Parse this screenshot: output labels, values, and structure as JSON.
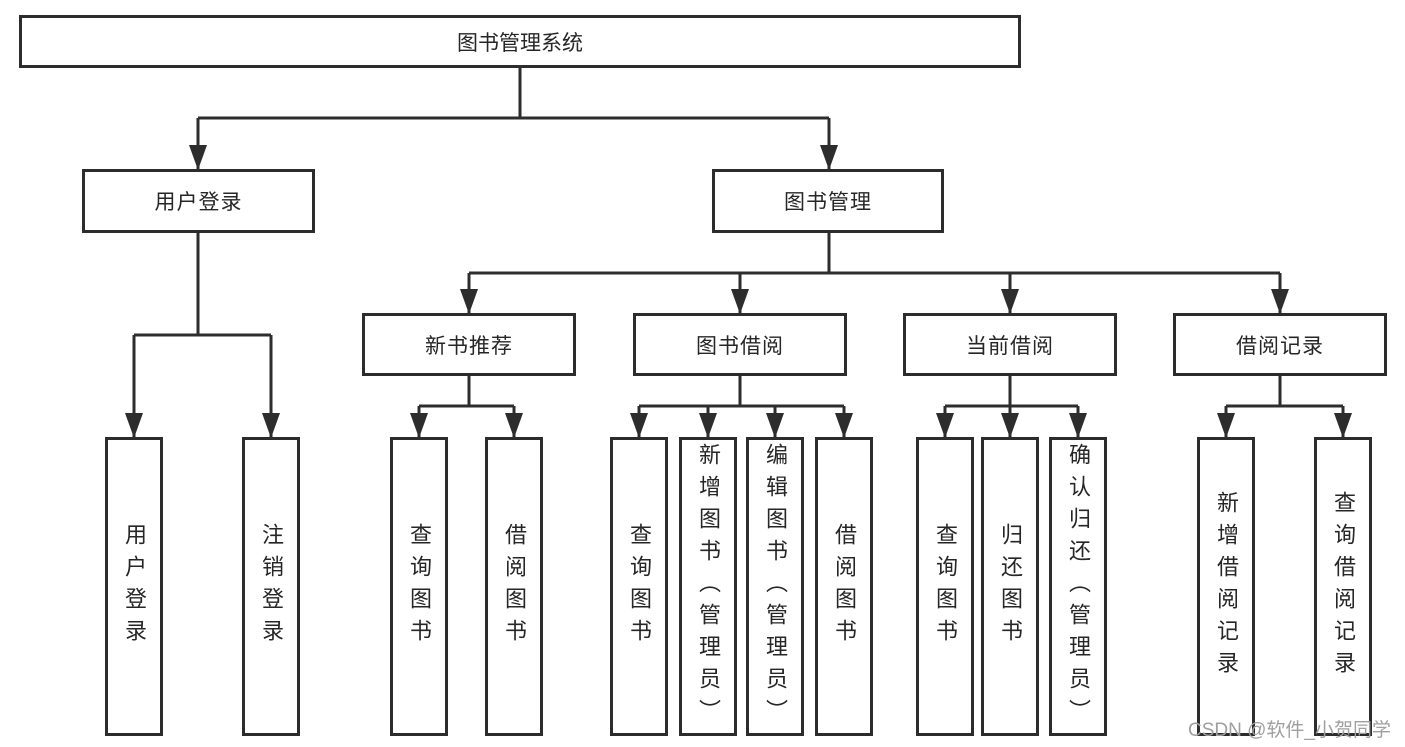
{
  "diagram": {
    "title": "图书管理系统",
    "branches": [
      {
        "label": "用户登录",
        "children": [
          "用户登录",
          "注销登录"
        ]
      },
      {
        "label": "图书管理",
        "sections": [
          {
            "label": "新书推荐",
            "children": [
              "查询图书",
              "借阅图书"
            ]
          },
          {
            "label": "图书借阅",
            "children": [
              "查询图书",
              "新增图书（管理员）",
              "编辑图书（管理员）",
              "借阅图书"
            ]
          },
          {
            "label": "当前借阅",
            "children": [
              "查询图书",
              "归还图书",
              "确认归还（管理员）"
            ]
          },
          {
            "label": "借阅记录",
            "children": [
              "新增借阅记录",
              "查询借阅记录"
            ]
          }
        ]
      }
    ]
  },
  "watermark": {
    "text": "CSDN @软件_小贺同学"
  },
  "colors": {
    "line": "#2d2d2d",
    "box_border": "#2c2c2c",
    "box_background": "#ffffff",
    "text": "#262626",
    "watermark": "#9f9f9f",
    "page_background": "#ffffff"
  }
}
